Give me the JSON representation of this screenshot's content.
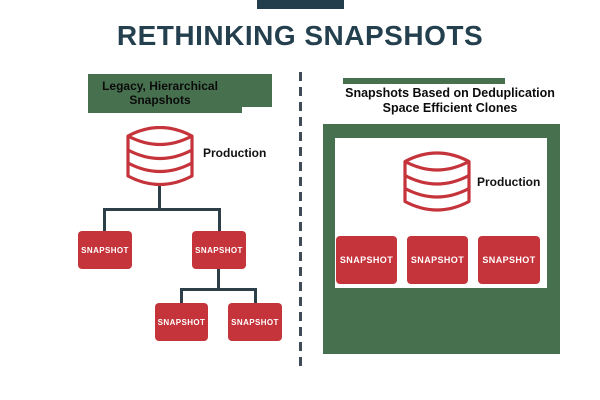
{
  "title": "RETHINKING SNAPSHOTS",
  "colors": {
    "navy_accent": "#223D4B",
    "panel_green": "#47704F",
    "snapshot_red": "#C5333B",
    "connector": "#2C3E48",
    "divider": "#3F4C57"
  },
  "left_panel": {
    "heading_line1": "Legacy, Hierarchical",
    "heading_line2": "Snapshots",
    "db_label": "Production",
    "snapshots": [
      "SNAPSHOT",
      "SNAPSHOT",
      "SNAPSHOT",
      "SNAPSHOT"
    ]
  },
  "right_panel": {
    "heading_line1": "Snapshots Based on Deduplication",
    "heading_line2": "Space Efficient Clones",
    "db_label": "Production",
    "snapshots": [
      "SNAPSHOT",
      "SNAPSHOT",
      "SNAPSHOT"
    ]
  }
}
